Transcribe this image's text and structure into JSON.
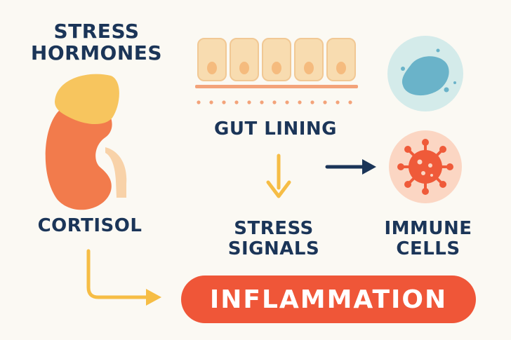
{
  "labels": {
    "stress_hormones_line1": "STRESS",
    "stress_hormones_line2": "HORMONES",
    "cortisol": "CORTISOL",
    "gut_lining": "GUT LINING",
    "stress_signals_line1": "STRESS",
    "stress_signals_line2": "SIGNALS",
    "immune_cells_line1": "IMMUNE",
    "immune_cells_line2": "CELLS",
    "inflammation": "INFLAMMATION"
  },
  "colors": {
    "navy": "#1b3558",
    "inflammation_red": "#ef5638",
    "arrow_yellow": "#f6bd45",
    "kidney_orange": "#f27b4c",
    "adrenal_yellow": "#f7c55e",
    "gut_cell": "#f8dcb0",
    "immune_blue": "#6ab3c9",
    "virus_red": "#ef5a39"
  }
}
